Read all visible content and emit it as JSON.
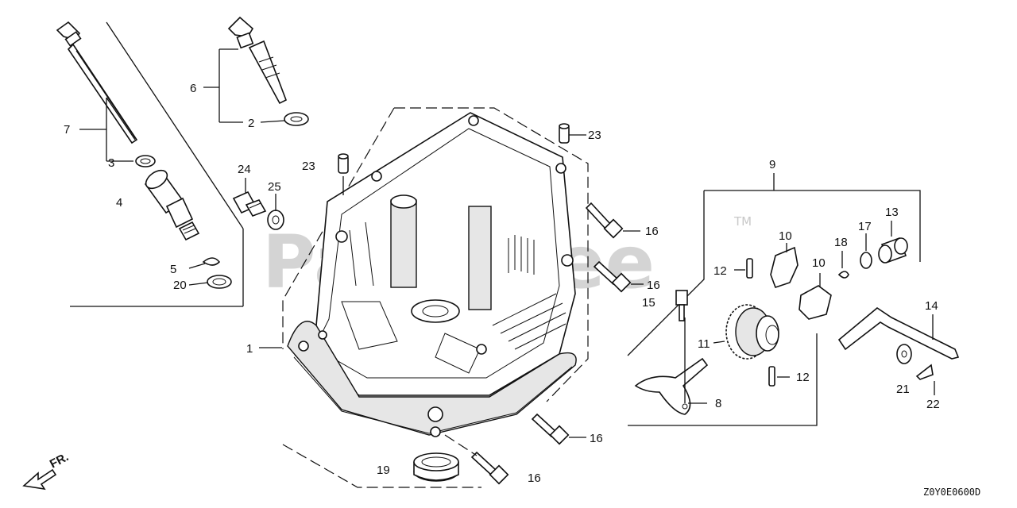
{
  "diagram": {
    "watermark": "PartsTree",
    "trademark": "TM",
    "figure_code": "Z0Y0E0600D",
    "direction_label": "FR.",
    "callouts": {
      "c1": "1",
      "c2": "2",
      "c3": "3",
      "c4": "4",
      "c5": "5",
      "c6": "6",
      "c7": "7",
      "c8": "8",
      "c9": "9",
      "c10a": "10",
      "c10b": "10",
      "c11": "11",
      "c12a": "12",
      "c12b": "12",
      "c13": "13",
      "c14": "14",
      "c15": "15",
      "c16a": "16",
      "c16b": "16",
      "c16c": "16",
      "c16d": "16",
      "c17": "17",
      "c18": "18",
      "c19": "19",
      "c20": "20",
      "c21": "21",
      "c22": "22",
      "c23a": "23",
      "c23b": "23",
      "c24": "24",
      "c25": "25"
    }
  }
}
